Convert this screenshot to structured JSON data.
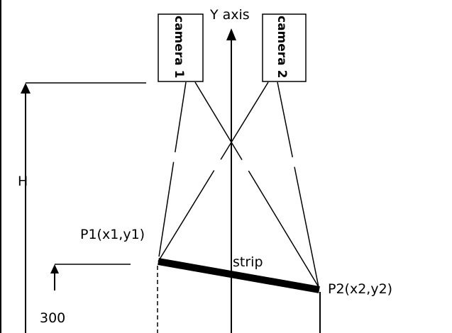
{
  "labels": {
    "y_axis": "Y axis",
    "camera_1": "camera 1",
    "camera_2": "camera 2",
    "h": "H",
    "p1": "P1(x1,y1)",
    "p2": "P2(x2,y2)",
    "strip": "strip",
    "height_300": "300"
  },
  "colors": {
    "line": "#000000",
    "background": "#ffffff"
  }
}
